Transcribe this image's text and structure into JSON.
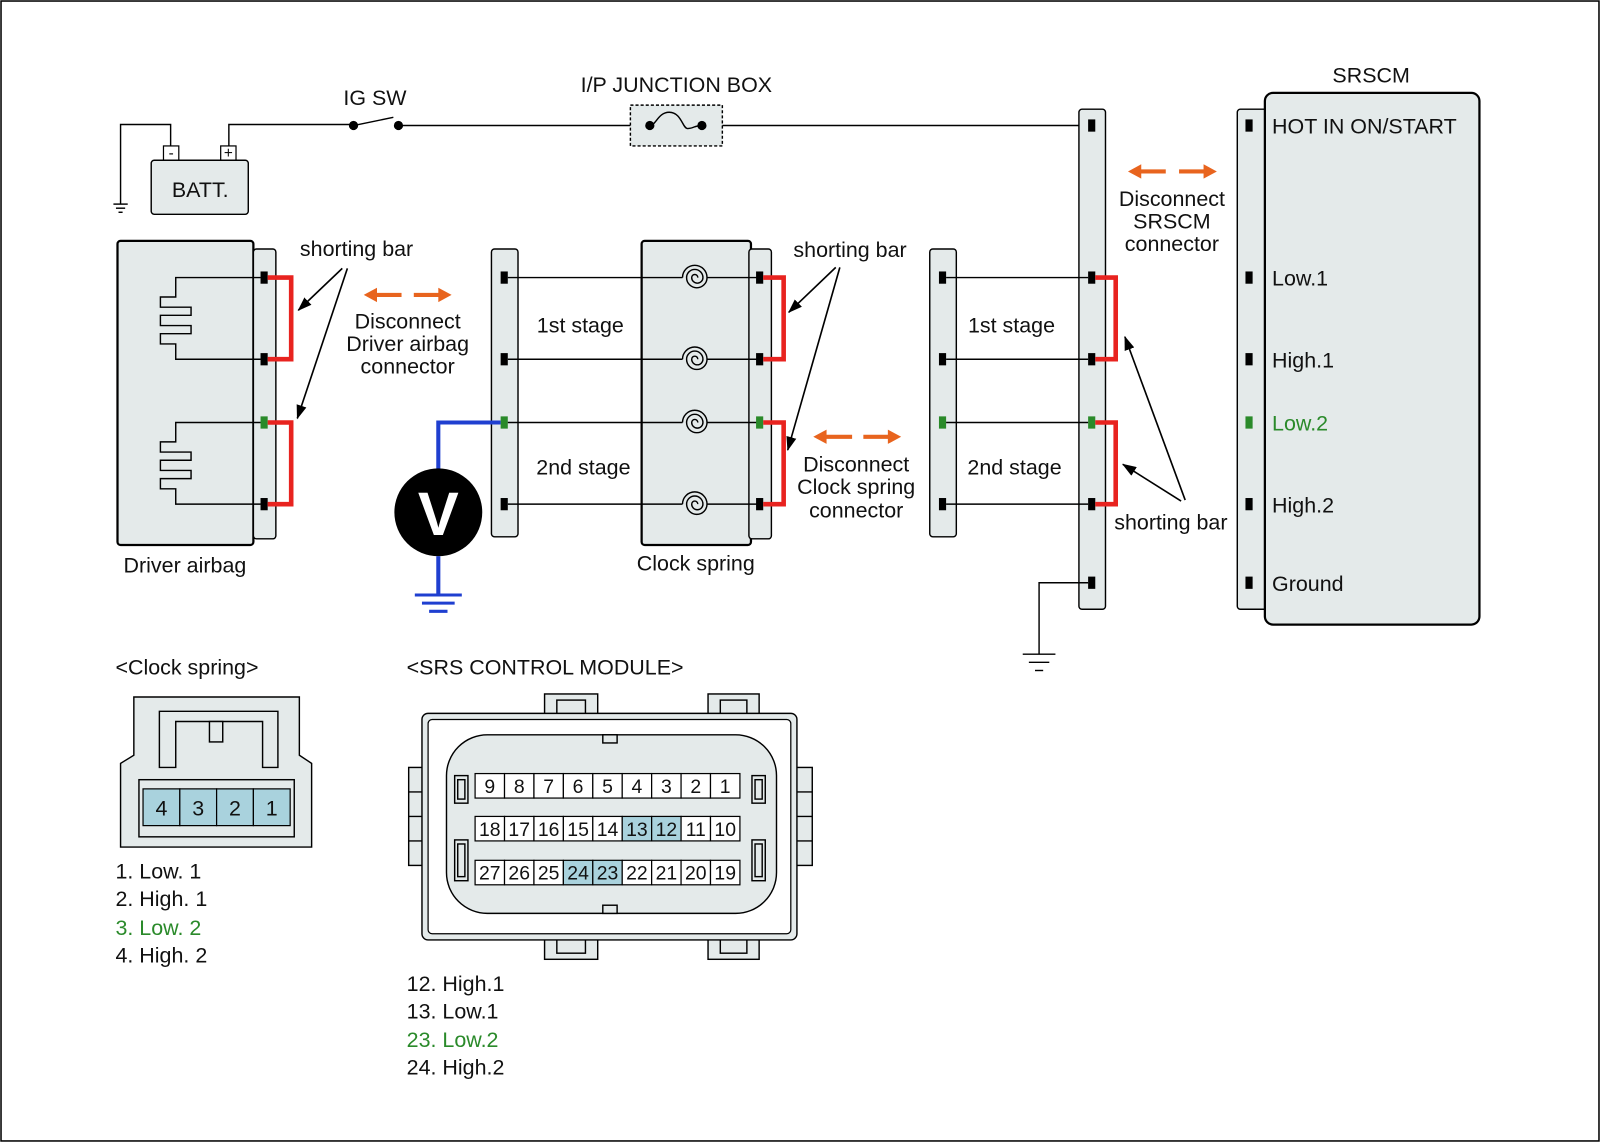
{
  "colors": {
    "wire": "#000000",
    "shorting_bar": "#e8231f",
    "disconnect_arrow": "#e8641e",
    "meter_wire": "#1f3fd0",
    "low2": "#2a8a2a",
    "panel": "#e4eaea",
    "pin_highlight": "#a9d2dd"
  },
  "circuit": {
    "ig_switch": "IG SW",
    "junction_box": "I/P JUNCTION BOX",
    "battery": {
      "label": "BATT.",
      "neg": "-",
      "pos": "+"
    },
    "srscm": {
      "title": "SRSCM",
      "pins": [
        "HOT IN ON/START",
        "Low.1",
        "High.1",
        "Low.2",
        "High.2",
        "Ground"
      ]
    },
    "disconnect_srscm": [
      "Disconnect",
      "SRSCM",
      "connector"
    ],
    "disconnect_driver": [
      "Disconnect",
      "Driver airbag",
      "connector"
    ],
    "disconnect_clock": [
      "Disconnect",
      "Clock spring",
      "connector"
    ],
    "shorting_bar": "shorting bar",
    "stage1": "1st stage",
    "stage2": "2nd stage",
    "driver_airbag": "Driver airbag",
    "clock_spring": "Clock spring",
    "meter": "V"
  },
  "clock_spring_connector": {
    "title": "<Clock spring>",
    "pins": [
      "4",
      "3",
      "2",
      "1"
    ],
    "legend": [
      "1. Low. 1",
      "2. High. 1",
      "3. Low. 2",
      "4. High. 2"
    ]
  },
  "srs_module_connector": {
    "title": "<SRS CONTROL MODULE>",
    "rows": [
      [
        "9",
        "8",
        "7",
        "6",
        "5",
        "4",
        "3",
        "2",
        "1"
      ],
      [
        "18",
        "17",
        "16",
        "15",
        "14",
        "13",
        "12",
        "11",
        "10"
      ],
      [
        "27",
        "26",
        "25",
        "24",
        "23",
        "22",
        "21",
        "20",
        "19"
      ]
    ],
    "highlighted": [
      "13",
      "12",
      "24",
      "23"
    ],
    "legend": [
      "12. High.1",
      "13. Low.1",
      "23. Low.2",
      "24. High.2"
    ]
  }
}
